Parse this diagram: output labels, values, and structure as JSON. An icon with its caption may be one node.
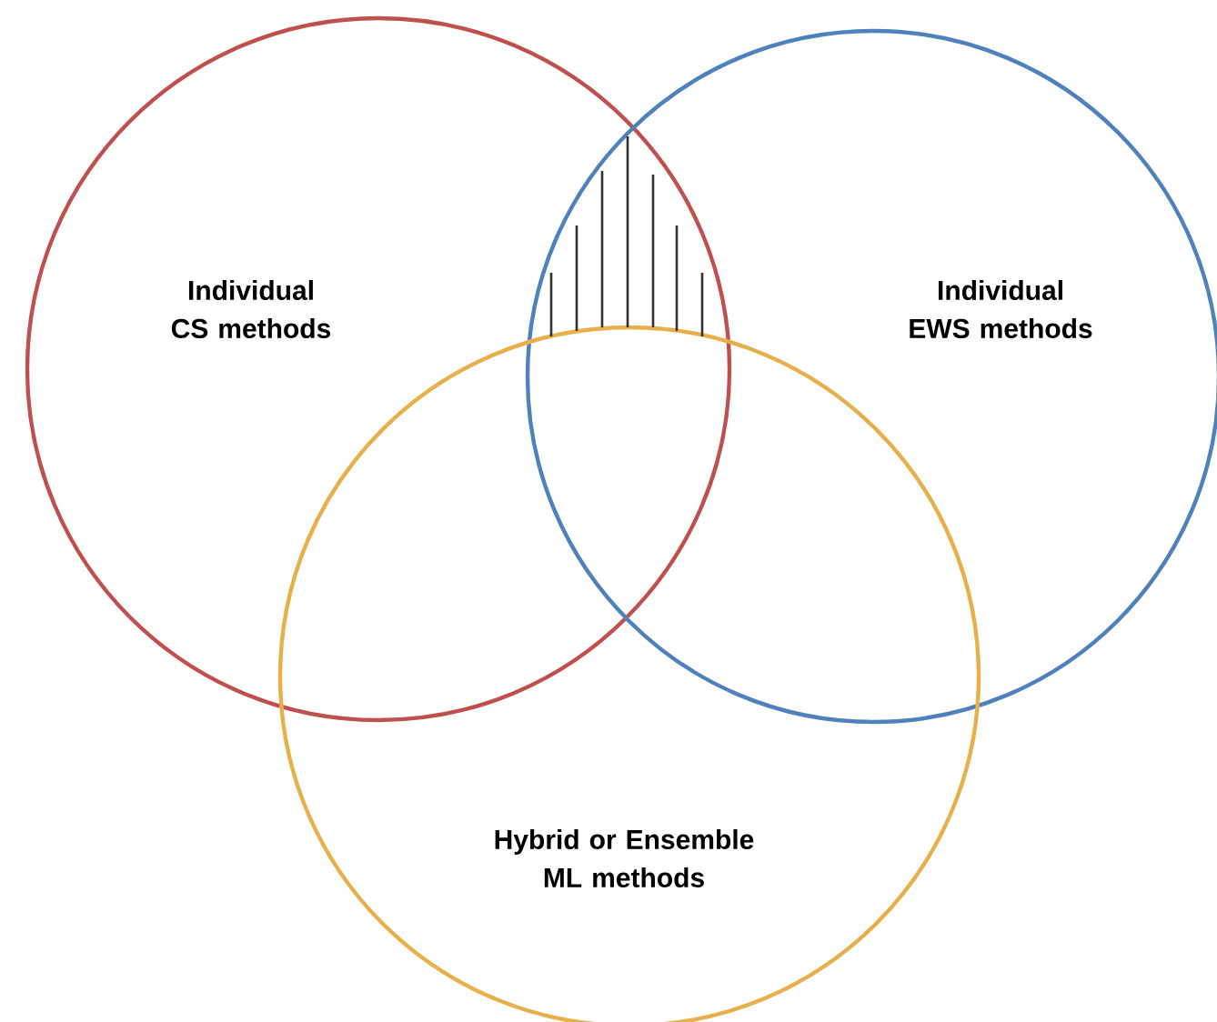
{
  "diagram": {
    "nodes": [
      {
        "text": [
          "Individual CS methods"
        ]
      },
      {
        "text": [
          "Individual EWS methods"
        ]
      },
      {
        "text": [
          "Hybrid or Ensemble ML methods"
        ]
      }
    ]
  }
}
